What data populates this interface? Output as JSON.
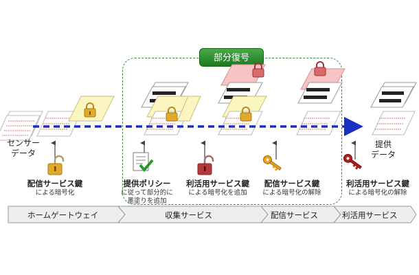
{
  "group": {
    "title": "部分復号"
  },
  "left_label": [
    "センサー",
    "データ"
  ],
  "right_label": [
    "提供",
    "データ"
  ],
  "steps": [
    {
      "title": "配信サービス鍵",
      "desc": [
        "による暗号化"
      ]
    },
    {
      "title": "提供ポリシー",
      "desc": [
        "に従って部分的に",
        "墨塗りを追加"
      ]
    },
    {
      "title": "利活用サービス鍵",
      "desc": [
        "による暗号化を追加"
      ]
    },
    {
      "title": "配信サービス鍵",
      "desc": [
        "による暗号化の解除"
      ]
    },
    {
      "title": "利活用サービス鍵",
      "desc": [
        "による暗号化の解除"
      ]
    }
  ],
  "stages": [
    "ホームゲートウェイ",
    "収集サービス",
    "配信サービス",
    "利活用サービス"
  ],
  "colors": {
    "arrow": "#1a2fbf",
    "stage_band": "#eeeeee",
    "group_border": "#3a8a3a",
    "group_title_bg": "#2f8f2f",
    "yellow_sheet": "#fbf5bf",
    "pink_sheet": "#f6c4c4",
    "lock_gold": "#e2a92a",
    "lock_red": "#b43a3a",
    "key_gold": "#e8a21a",
    "key_red": "#b01e1e"
  }
}
